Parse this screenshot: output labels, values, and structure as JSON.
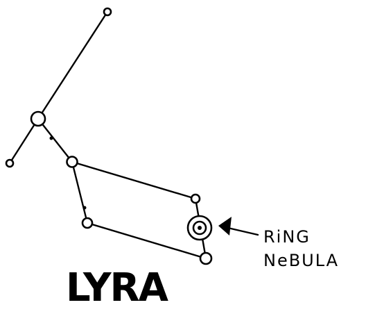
{
  "constellation": {
    "name": "LYRA",
    "annotation_line1": "RiNG",
    "annotation_line2": "NeBULA"
  },
  "colors": {
    "ink": "#000000",
    "paper": "#ffffff"
  }
}
